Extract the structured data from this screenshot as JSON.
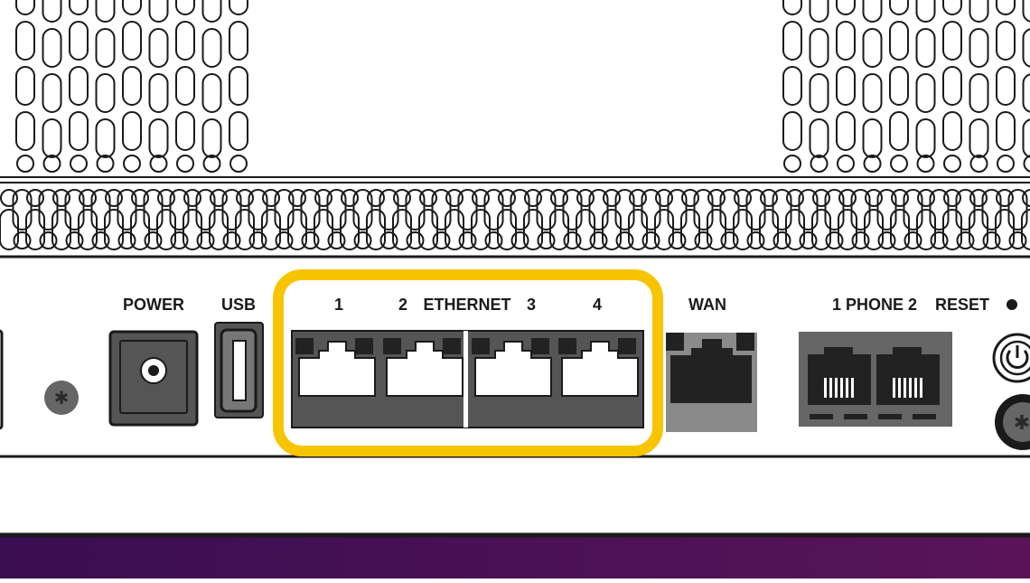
{
  "labels": {
    "power": "POWER",
    "usb": "USB",
    "eth_1": "1",
    "eth_2": "2",
    "ethernet": "ETHERNET",
    "eth_3": "3",
    "eth_4": "4",
    "wan": "WAN",
    "phone": "1 PHONE 2",
    "reset": "RESET"
  },
  "colors": {
    "highlight": "#f7c400",
    "port_body": "#555555",
    "wan_body": "#8a8a8a",
    "outline": "#1a1a1a",
    "base_gradient_start": "#3a0e52",
    "base_gradient_end": "#5a1458"
  },
  "icons": {
    "power_button": "power-icon",
    "screws": "star-screw-icon"
  },
  "highlighted_group": "ethernet-ports"
}
